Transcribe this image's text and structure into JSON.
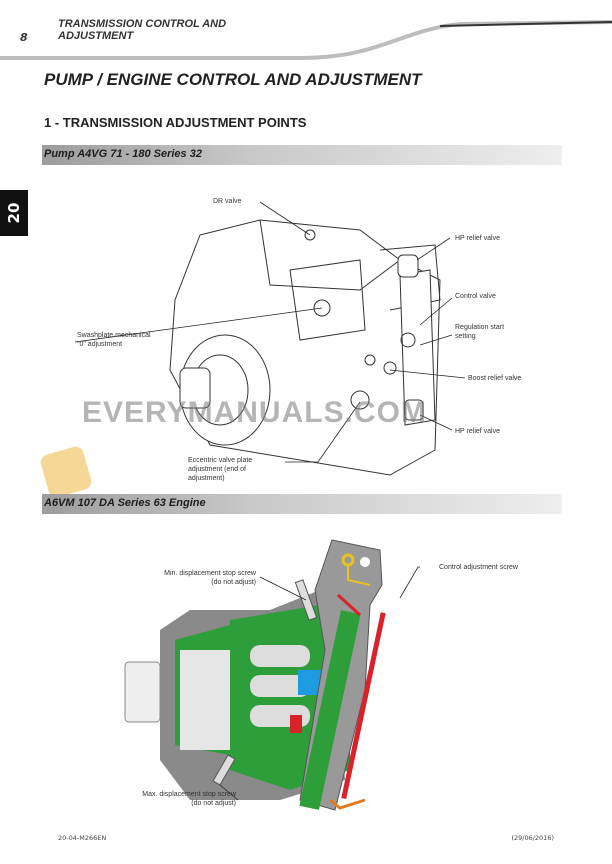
{
  "header": {
    "page_number": "8",
    "chapter_line1": "TRANSMISSION CONTROL AND",
    "chapter_line2": "ADJUSTMENT"
  },
  "title": "PUMP / ENGINE CONTROL AND ADJUSTMENT",
  "section": "1 - TRANSMISSION ADJUSTMENT POINTS",
  "side_tab": "20",
  "figure1": {
    "caption": "Pump A4VG  71 - 180  Series 32",
    "labels": {
      "dr_valve": "DR valve",
      "hp_relief_top": "HP relief valve",
      "control_valve": "Control valve",
      "regulation_1": "Regulation start",
      "regulation_2": "setting",
      "swashplate_1": "Swashplate mechanical",
      "swashplate_2": "\"0\" adjustment",
      "boost_relief": "Boost relief valve",
      "hp_relief_bottom": "HP relief valve",
      "eccentric_1": "Eccentric valve plate",
      "eccentric_2": "adjustment (end of",
      "eccentric_3": "adjustment)"
    }
  },
  "figure2": {
    "caption": "A6VM 107 DA Series 63 Engine",
    "labels": {
      "min_1": "Min. displacement stop screw",
      "min_2": "(do not adjust)",
      "control_adj": "Control adjustment screw",
      "max_1": "Max. displacement stop screw",
      "max_2": "(do not adjust)"
    },
    "colors": {
      "green": "#2e9e3a",
      "gray": "#8a8a8a",
      "blue": "#1e9be0",
      "red": "#d8232a",
      "yellow": "#e8c21e",
      "orange": "#e07a1e"
    }
  },
  "watermark": "EVERYMANUALS.COM",
  "footer": {
    "doc_code": "20-04-M266EN",
    "date": "(29/06/2016)"
  }
}
